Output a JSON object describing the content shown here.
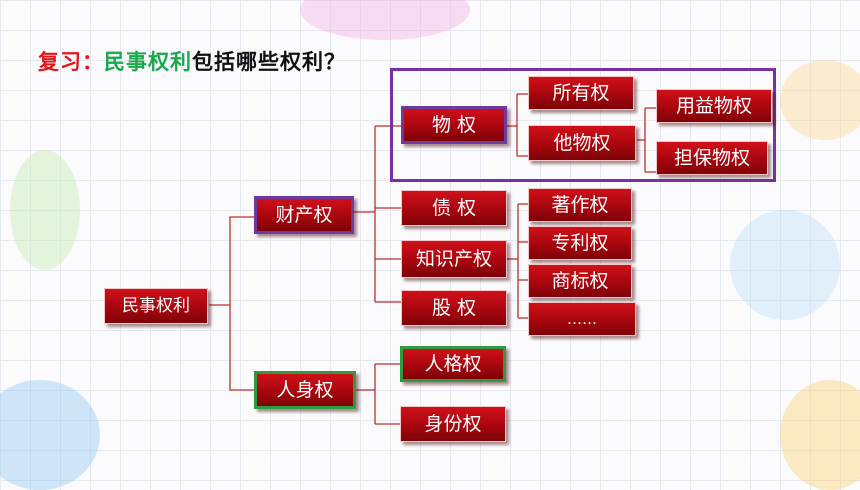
{
  "title": {
    "prefix": "复习：",
    "highlight": "民事权利",
    "suffix": "包括哪些权利？"
  },
  "colors": {
    "prefix": "#e3161c",
    "highlight": "#1aa84a",
    "box_red": "#b00a12",
    "frame_purple": "#7b2fa6",
    "border_green": "#2f9a3f"
  },
  "nodes": {
    "root": "民事权利",
    "property": "财产权",
    "personal": "人身权",
    "real_right": "物 权",
    "creditor": "债 权",
    "ip": "知识产权",
    "equity": "股 权",
    "ownership": "所有权",
    "other_real": "他物权",
    "usufruct": "用益物权",
    "security": "担保物权",
    "copyright": "著作权",
    "patent": "专利权",
    "trademark": "商标权",
    "ellipsis": "……",
    "personality": "人格权",
    "identity": "身份权"
  }
}
